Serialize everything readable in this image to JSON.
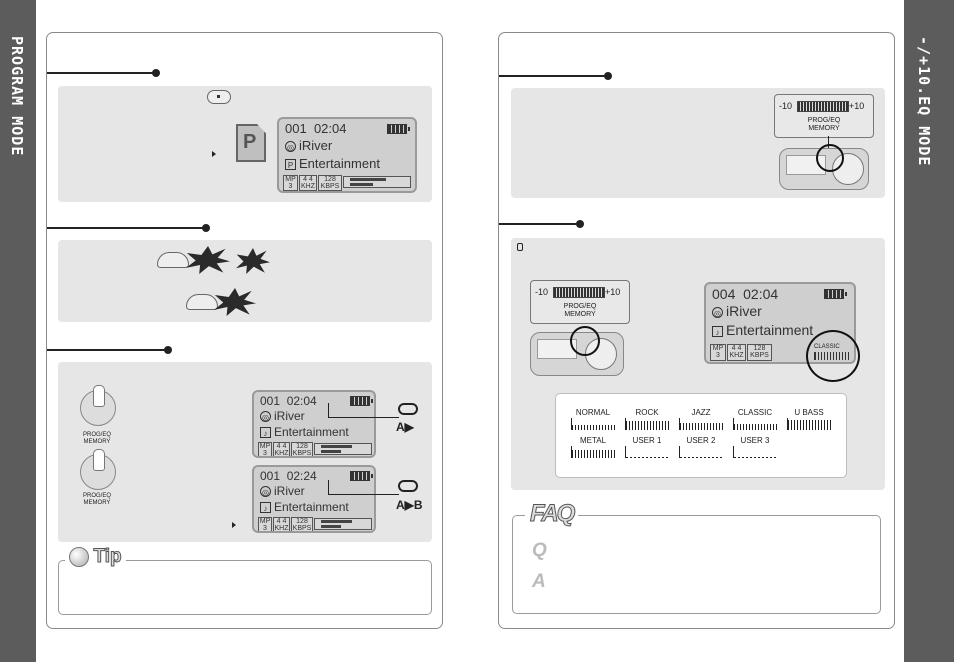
{
  "left_sidebar": {
    "title": "PROGRAM MODE"
  },
  "right_sidebar": {
    "title": "-/+10.EQ MODE"
  },
  "left_lcd": {
    "track": "001",
    "time": "02:04",
    "brand": "iRiver",
    "title": "Entertainment",
    "program_letter": "P",
    "format": [
      "MP",
      "3"
    ],
    "rate": [
      "4 4",
      "KHZ"
    ],
    "bitrate": [
      "128",
      "KBPS"
    ]
  },
  "repeat_lcd_a": {
    "track": "001",
    "time": "02:04",
    "brand": "iRiver",
    "title": "Entertainment",
    "marker": "A",
    "format": [
      "MP",
      "3"
    ],
    "rate": [
      "4 4",
      "KHZ"
    ],
    "bitrate": [
      "128",
      "KBPS"
    ]
  },
  "repeat_lcd_b": {
    "track": "001",
    "time": "02:24",
    "brand": "iRiver",
    "title": "Entertainment",
    "marker_a": "A",
    "marker_b": "B",
    "format": [
      "MP",
      "3"
    ],
    "rate": [
      "4 4",
      "KHZ"
    ],
    "bitrate": [
      "128",
      "KBPS"
    ]
  },
  "knob_label": [
    "PROG/EQ",
    "MEMORY"
  ],
  "tip": {
    "title": "Tip"
  },
  "gauge": {
    "min": "-10",
    "max": "+10",
    "caption": [
      "PROG/EQ",
      "MEMORY"
    ]
  },
  "eq_lcd": {
    "track": "004",
    "time": "02:04",
    "brand": "iRiver",
    "title": "Entertainment",
    "eq_name": "CLASSIC",
    "format": [
      "MP",
      "3"
    ],
    "rate": [
      "4 4",
      "KHZ"
    ],
    "bitrate": [
      "128",
      "KBPS"
    ]
  },
  "eq_presets": [
    "NORMAL",
    "ROCK",
    "JAZZ",
    "CLASSIC",
    "U BASS",
    "METAL",
    "USER  1",
    "USER  2",
    "USER  3"
  ],
  "faq": {
    "title": "FAQ",
    "q": "Q",
    "a": "A"
  },
  "colors": {
    "sidebar": "#5c5c5c",
    "box": "#e6e6e6",
    "lcd": "#cfcfcf"
  }
}
